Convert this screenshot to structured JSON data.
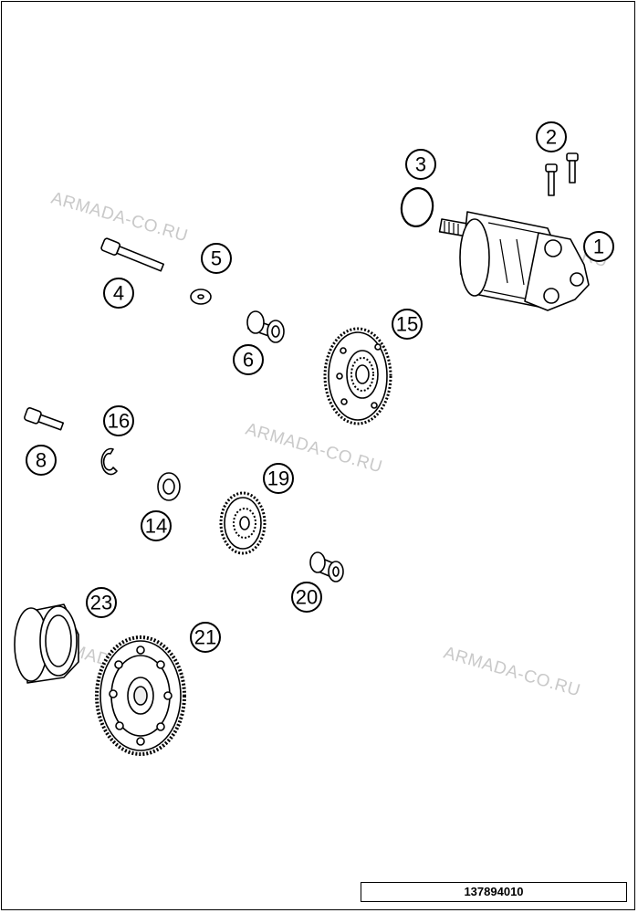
{
  "watermark": "ARMADA-CO.RU",
  "diagram_code": "137894010",
  "callouts": [
    {
      "id": "1",
      "label": "1"
    },
    {
      "id": "2",
      "label": "2"
    },
    {
      "id": "3",
      "label": "3"
    },
    {
      "id": "4",
      "label": "4"
    },
    {
      "id": "5",
      "label": "5"
    },
    {
      "id": "6",
      "label": "6"
    },
    {
      "id": "8",
      "label": "8"
    },
    {
      "id": "14",
      "label": "14"
    },
    {
      "id": "15",
      "label": "15"
    },
    {
      "id": "16",
      "label": "16"
    },
    {
      "id": "19",
      "label": "19"
    },
    {
      "id": "20",
      "label": "20"
    },
    {
      "id": "21",
      "label": "21"
    },
    {
      "id": "23",
      "label": "23"
    }
  ]
}
